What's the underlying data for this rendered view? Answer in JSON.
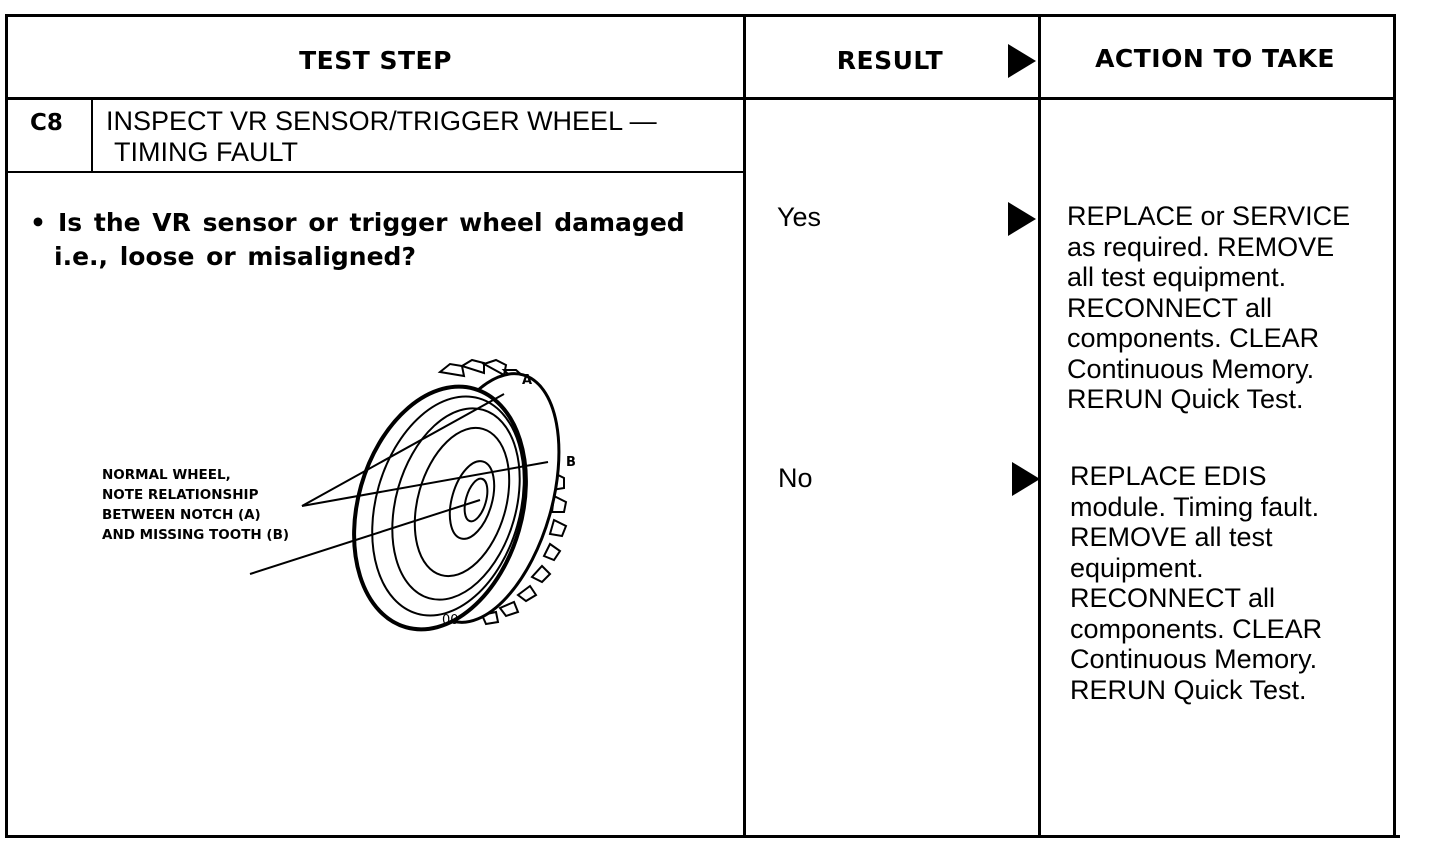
{
  "header": {
    "test_step": "TEST STEP",
    "result": "RESULT",
    "action": "ACTION TO TAKE"
  },
  "step": {
    "id": "C8",
    "title_line1": "INSPECT VR SENSOR/TRIGGER WHEEL —",
    "title_line2": "TIMING FAULT",
    "bullet": "•",
    "question_line1": "Is the VR sensor or trigger wheel damaged",
    "question_line2": "i.e., loose or misaligned?"
  },
  "figure": {
    "caption_lines": [
      "NORMAL WHEEL,",
      "NOTE RELATIONSHIP",
      "BETWEEN NOTCH (A)",
      "AND MISSING TOOTH (B)"
    ],
    "label_a": "A",
    "label_b": "B",
    "mark": "00"
  },
  "results": [
    {
      "result": "Yes",
      "action_lines": [
        "REPLACE or SERVICE",
        "as required. REMOVE",
        "all test equipment.",
        "RECONNECT all",
        "components. CLEAR",
        "Continuous Memory.",
        "RERUN Quick Test."
      ]
    },
    {
      "result": "No",
      "action_lines": [
        "REPLACE EDIS",
        "module. Timing fault.",
        "REMOVE all test",
        "equipment.",
        "RECONNECT all",
        "components. CLEAR",
        "Continuous Memory.",
        "RERUN Quick Test."
      ]
    }
  ]
}
